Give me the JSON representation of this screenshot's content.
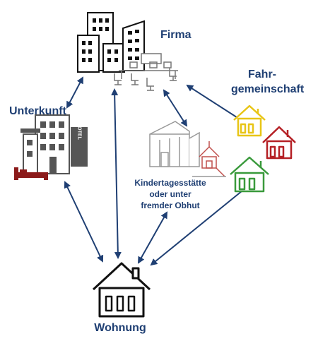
{
  "labels": {
    "firma": "Firma",
    "fahr_line1": "Fahr-",
    "fahr_line2": "gemeinschaft",
    "unterkunft": "Unterkunft",
    "kita_line1": "Kindertagesstätte",
    "kita_line2": "oder unter",
    "kita_line3": "fremder Obhut",
    "wohnung": "Wohnung",
    "hotel_sign": "HOTEL"
  },
  "colors": {
    "label": "#1f3f73",
    "arrow": "#1f3f73",
    "house_yellow": "#e8c516",
    "house_red": "#b52025",
    "house_green": "#3a9a3c",
    "building_gray": "#555555",
    "bed_red": "#8b1a1a",
    "kita_playhouse": "#c0504d"
  }
}
